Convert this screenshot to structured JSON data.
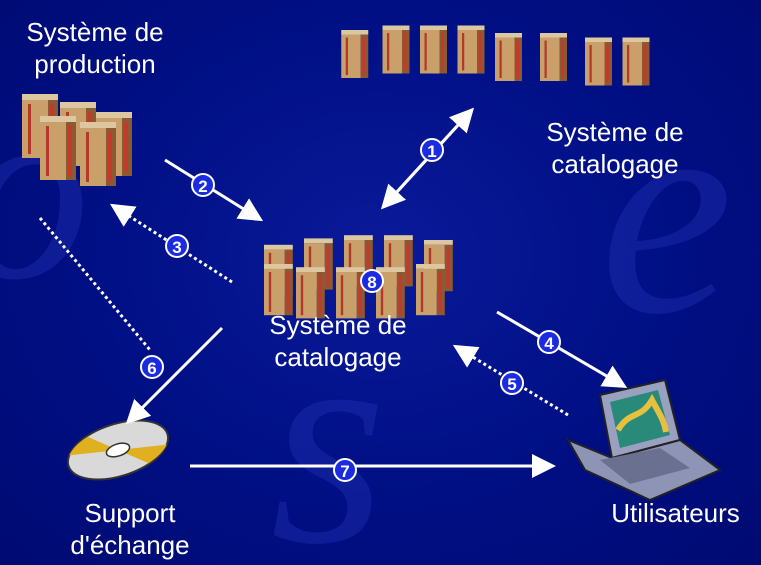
{
  "labels": {
    "production": [
      "Système de",
      "production"
    ],
    "catalog_top": [
      "Système de",
      "catalogage"
    ],
    "catalog_center": [
      "Système de",
      "catalogage"
    ],
    "support": [
      "Support",
      "d'échange"
    ],
    "users": "Utilisateurs"
  },
  "steps": [
    "1",
    "2",
    "3",
    "4",
    "5",
    "6",
    "7",
    "8"
  ],
  "colors": {
    "background": "#000f84",
    "text": "#ffffff",
    "badge": "#1a2be0"
  },
  "icons": [
    "server-cluster-icon",
    "cd-disc-icon",
    "laptop-icon"
  ]
}
